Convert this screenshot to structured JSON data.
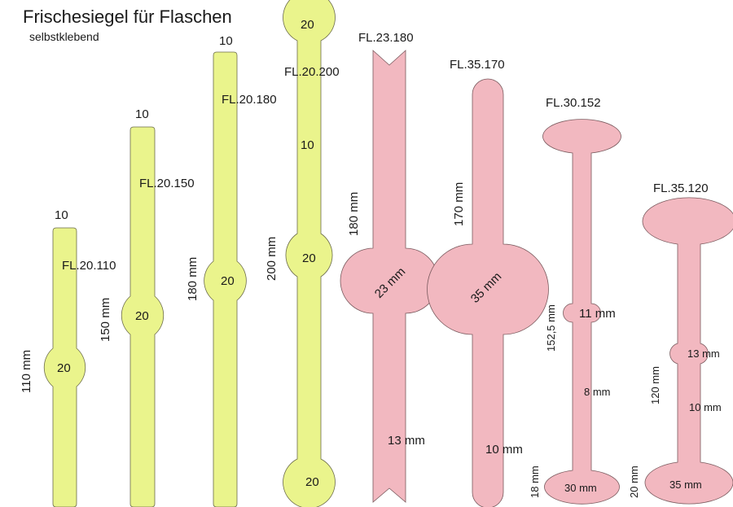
{
  "header": {
    "title": "Frischesiegel für Flaschen",
    "subtitle": "selbstklebend"
  },
  "colors": {
    "yellow_fill": "#eaf48c",
    "pink_fill": "#f2b8c0"
  },
  "seals": {
    "fl20_110": {
      "code": "FL.20.110",
      "width": "10",
      "circle": "20",
      "length": "110 mm"
    },
    "fl20_150": {
      "code": "FL.20.150",
      "width": "10",
      "circle": "20",
      "length": "150 mm"
    },
    "fl20_180": {
      "code": "FL.20.180",
      "width": "10",
      "circle": "20",
      "length": "180 mm"
    },
    "fl20_200": {
      "code": "FL.20.200",
      "circle_top": "20",
      "width": "10",
      "circle_mid": "20",
      "circle_bottom": "20",
      "length": "200 mm"
    },
    "fl23_180": {
      "code": "FL.23.180",
      "length": "180 mm",
      "circle": "23 mm",
      "width": "13 mm"
    },
    "fl35_170": {
      "code": "FL.35.170",
      "length": "170 mm",
      "circle": "35 mm",
      "width": "10 mm"
    },
    "fl30_152": {
      "code": "FL.30.152",
      "length": "152,5 mm",
      "circle": "11 mm",
      "width": "8 mm",
      "foot_height": "18 mm",
      "foot_width": "30 mm"
    },
    "fl35_120": {
      "code": "FL.35.120",
      "length": "120 mm",
      "circle": "13 mm",
      "width": "10 mm",
      "foot_height": "20 mm",
      "foot_width": "35 mm"
    }
  }
}
